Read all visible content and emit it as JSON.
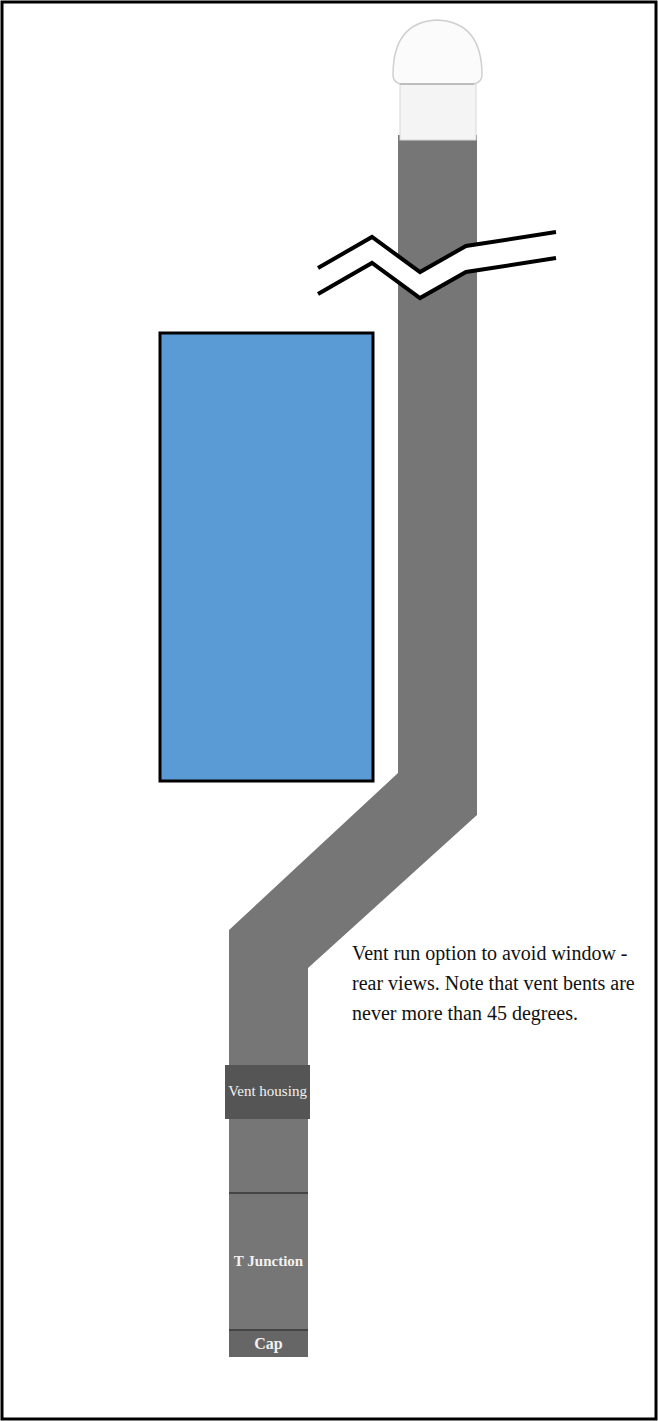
{
  "diagram": {
    "nodes": [
      {
        "text": [
          "Vent housing"
        ]
      },
      {
        "text": [
          "T Junction"
        ]
      },
      {
        "text": [
          "Cap"
        ]
      }
    ],
    "labels": [
      "Vent run option to avoid window - rear views. Note that vent bents are never more than 45 degrees."
    ]
  }
}
